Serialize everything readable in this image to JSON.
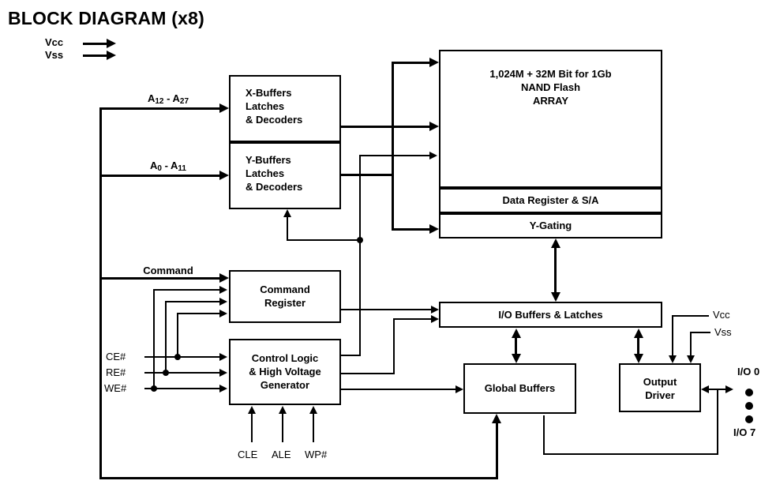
{
  "title": "BLOCK DIAGRAM (x8)",
  "power_top": {
    "vcc": "Vcc",
    "vss": "Vss"
  },
  "bus_labels": {
    "addr_high": {
      "base1": "A",
      "sub1": "12",
      "sep": " - ",
      "base2": "A",
      "sub2": "27"
    },
    "addr_low": {
      "base1": "A",
      "sub1": "0",
      "sep": " - ",
      "base2": "A",
      "sub2": "11"
    },
    "command": "Command"
  },
  "control_signals": {
    "ce": "CE#",
    "re": "RE#",
    "we": "WE#",
    "cle": "CLE",
    "ale": "ALE",
    "wp": "WP#"
  },
  "blocks": {
    "x_buffers": {
      "line1": "X-Buffers",
      "line2": "Latches",
      "line3": "& Decoders"
    },
    "y_buffers": {
      "line1": "Y-Buffers",
      "line2": "Latches",
      "line3": "& Decoders"
    },
    "array": {
      "line1": "1,024M + 32M Bit for 1Gb",
      "line2": "NAND Flash",
      "line3": "ARRAY"
    },
    "data_register": "Data Register & S/A",
    "y_gating": "Y-Gating",
    "io_buffers": "I/O Buffers & Latches",
    "command_register": {
      "line1": "Command",
      "line2": "Register"
    },
    "control_logic": {
      "line1": "Control Logic",
      "line2": "& High Voltage",
      "line3": "Generator"
    },
    "global_buffers": "Global Buffers",
    "output_driver": {
      "line1": "Output",
      "line2": "Driver"
    }
  },
  "io_pins": {
    "vcc": "Vcc",
    "vss": "Vss",
    "io_first": "I/O 0",
    "io_last": "I/O 7"
  },
  "colors": {
    "line": "#000000",
    "background": "#ffffff",
    "text": "#000000"
  }
}
